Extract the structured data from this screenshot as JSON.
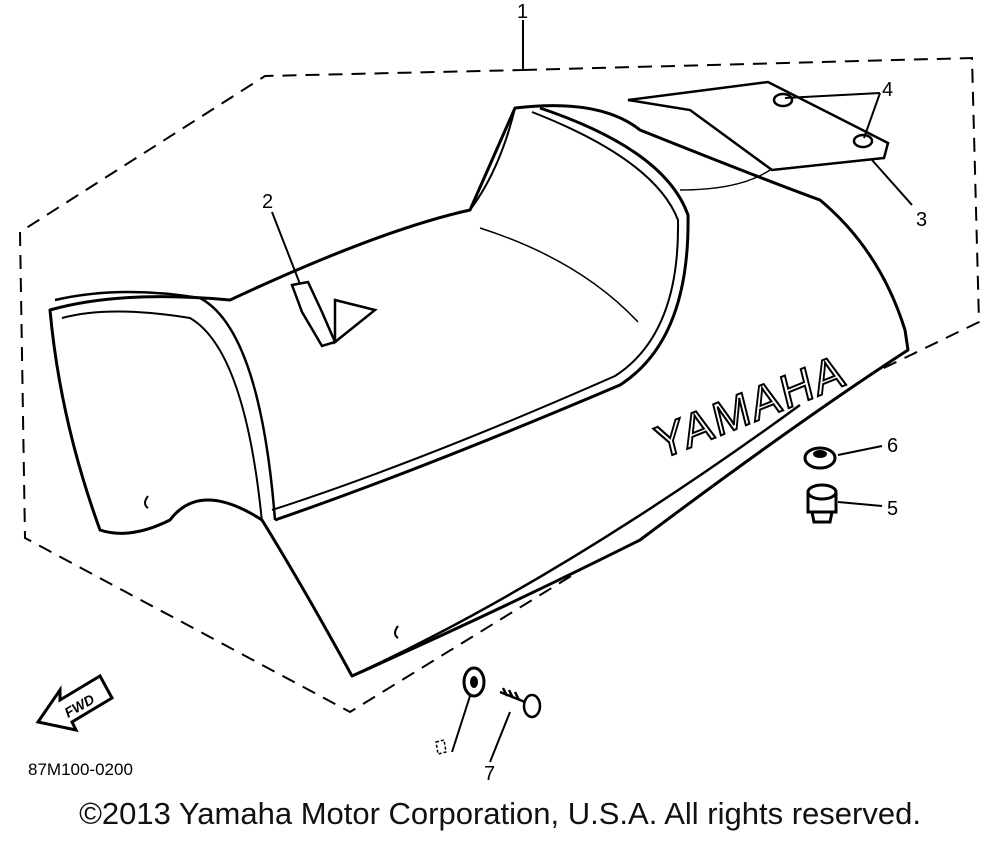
{
  "diagram": {
    "callouts": {
      "c1": "1",
      "c2": "2",
      "c3": "3",
      "c4": "4",
      "c5": "5",
      "c6": "6",
      "c7": "7"
    },
    "seat_brand": "YAMAHA",
    "direction_label": "FWD",
    "part_code": "87M100-0200"
  },
  "footer": {
    "copyright": "©2013 Yamaha Motor Corporation, U.S.A. All rights reserved."
  }
}
